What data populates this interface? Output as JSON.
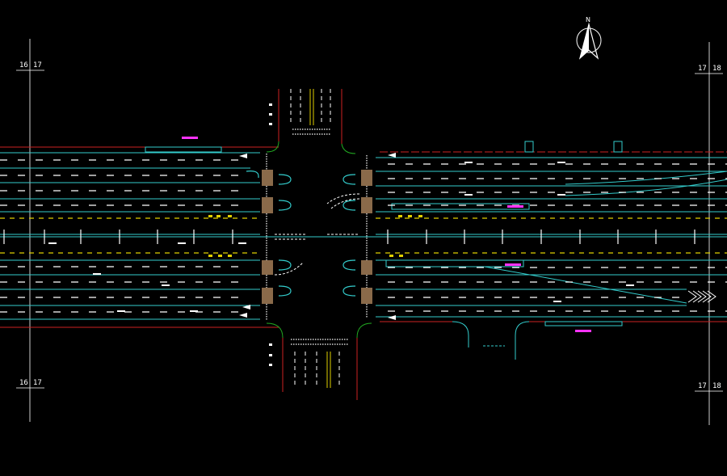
{
  "drawing": {
    "north_label": "N",
    "grid_left_top": {
      "a": "16",
      "b": "17"
    },
    "grid_left_bottom": {
      "a": "16",
      "b": "17"
    },
    "grid_right_top": {
      "a": "17",
      "b": "18"
    },
    "grid_right_bottom": {
      "a": "17",
      "b": "18"
    }
  },
  "colors": {
    "background": "#000000",
    "lane_edge": "#33cccc",
    "road_boundary": "#cc2222",
    "curb_green": "#22aa22",
    "center_line": "#e0d000",
    "crosswalk_block": "#8a6a4a",
    "marking": "#ffffff",
    "annotation": "#ff33ff"
  },
  "icons": {
    "north_arrow": "north-arrow-icon"
  }
}
